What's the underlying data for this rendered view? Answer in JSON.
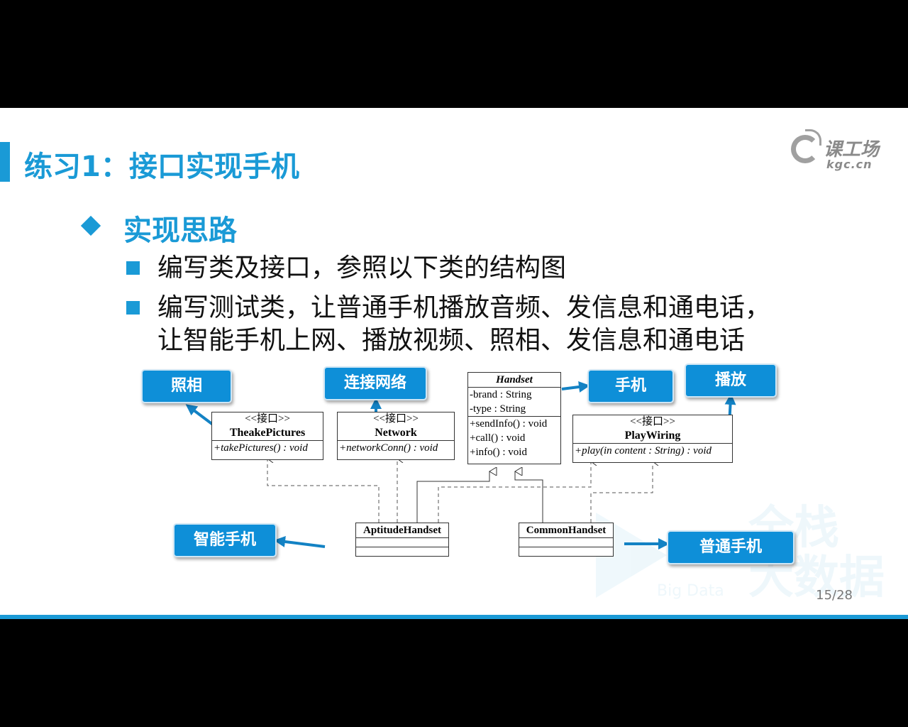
{
  "slide": {
    "title": "练习1：接口实现手机",
    "logo": {
      "cn": "课工场",
      "en": "kgc.cn"
    },
    "section_heading": "实现思路",
    "bullets": [
      {
        "text": "编写类及接口，参照以下类的结构图"
      },
      {
        "line1": "编写测试类，让普通手机播放音频、发信息和通电话，",
        "line2": "让智能手机上网、播放视频、照相、发信息和通电话"
      }
    ],
    "page_number": "15/28",
    "watermark": {
      "line1": "全栈",
      "line2": "大数据",
      "line3": "Big Data"
    }
  },
  "diagram": {
    "classes": {
      "theake": {
        "stereotype": "<<接口>>",
        "name": "TheakePictures",
        "methods": [
          "+takePictures() : void"
        ]
      },
      "network": {
        "stereotype": "<<接口>>",
        "name": "Network",
        "methods": [
          "+networkConn() : void"
        ]
      },
      "handset": {
        "name": "Handset",
        "attributes": [
          "-brand : String",
          "-type : String"
        ],
        "methods": [
          "+sendInfo() : void",
          "+call() : void",
          "+info() : void"
        ]
      },
      "playwiring": {
        "stereotype": "<<接口>>",
        "name": "PlayWiring",
        "methods": [
          "+play(in content : String) : void"
        ]
      },
      "aptitude": {
        "name": "AptitudeHandset"
      },
      "common": {
        "name": "CommonHandset"
      }
    },
    "callouts": {
      "photo": "照相",
      "network": "连接网络",
      "phone": "手机",
      "play": "播放",
      "smart": "智能手机",
      "normal": "普通手机"
    },
    "colors": {
      "accent": "#1a9ad6",
      "callout": "#0e8fd8"
    }
  }
}
